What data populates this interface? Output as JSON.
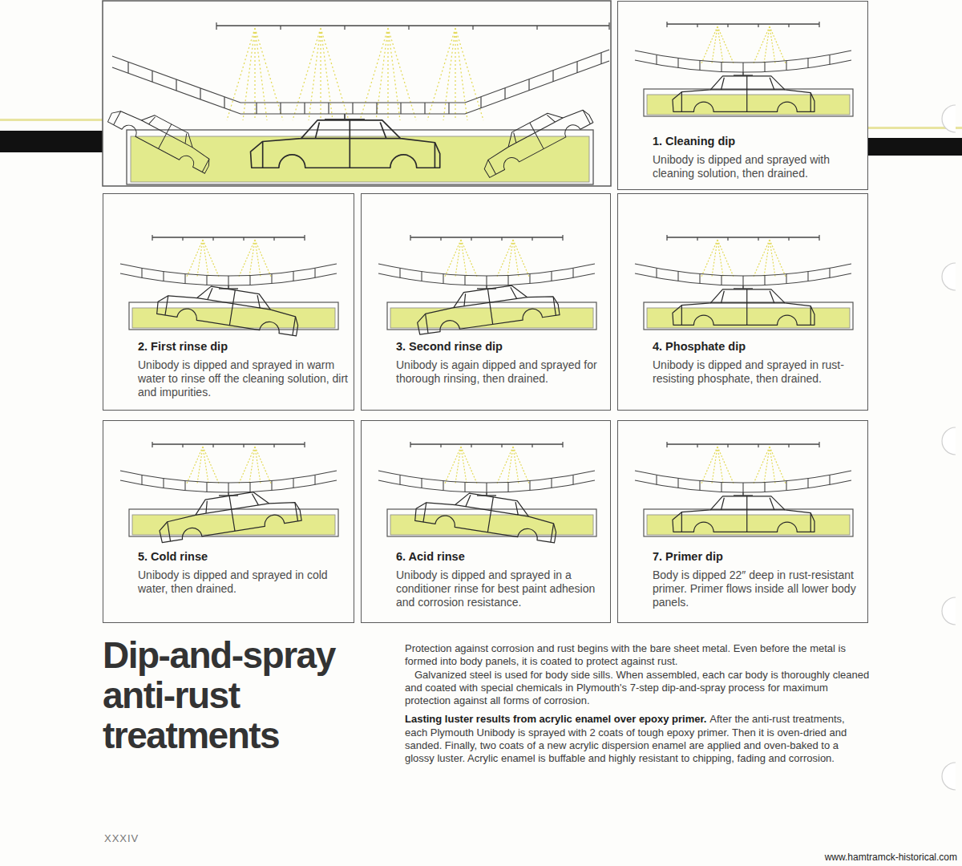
{
  "diagram": {
    "title": "Dip-and-spray anti-rust treatments",
    "nodes": [
      {
        "text": [
          "1. Cleaning dip",
          "Unibody is dipped and sprayed with cleaning solution, then drained."
        ]
      },
      {
        "text": [
          "2. First rinse dip",
          "Unibody is dipped and sprayed in warm water to rinse off the cleaning solution, dirt and impurities."
        ]
      },
      {
        "text": [
          "3. Second rinse dip",
          "Unibody is again dipped and sprayed for thorough rinsing, then drained."
        ]
      },
      {
        "text": [
          "4. Phosphate dip",
          "Unibody is dipped and sprayed in rust-resisting phosphate, then drained."
        ]
      },
      {
        "text": [
          "5. Cold rinse",
          "Unibody is dipped and sprayed in cold water, then drained."
        ]
      },
      {
        "text": [
          "6. Acid rinse",
          "Unibody is dipped and sprayed in a conditioner rinse for best paint adhesion and corrosion resistance."
        ]
      },
      {
        "text": [
          "7. Primer dip",
          "Body is dipped 22″ deep in rust-resistant primer. Primer flows inside all lower body panels."
        ]
      }
    ],
    "labels": [
      "Protection against corrosion and rust begins with the bare sheet metal. Even before the metal is formed into body panels, it is coated to protect against rust.",
      "Galvanized steel is used for body side sills. When assembled, each car body is thoroughly cleaned and coated with special chemicals in Plymouth's 7-step dip-and-spray process for maximum protection against all forms of corrosion.",
      "Lasting luster results from acrylic enamel over epoxy primer.",
      "After the anti-rust treatments, each Plymouth Unibody is sprayed with 2 coats of tough epoxy primer. Then it is oven-dried and sanded. Finally, two coats of a new acrylic dispersion enamel are applied and oven-baked to a glossy luster. Acrylic enamel is buffable and highly resistant to chipping, fading and corrosion.",
      "XXXIV",
      "www.hamtramck-historical.com"
    ]
  }
}
